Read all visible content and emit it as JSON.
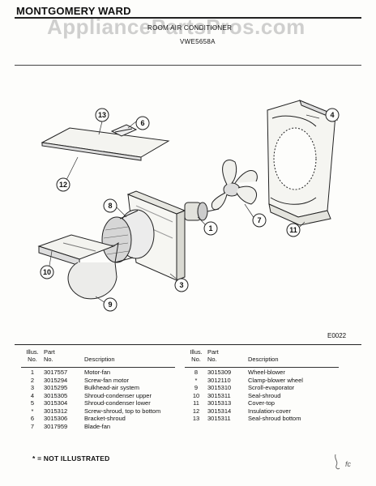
{
  "header": {
    "brand": "MONTGOMERY WARD",
    "watermark": "AppliancePartsPros.com",
    "subtitle": "ROOM AIR CONDITIONER",
    "model": "VWE5658A"
  },
  "diagram": {
    "code": "E0022",
    "callouts": [
      "1",
      "3",
      "4",
      "6",
      "7",
      "8",
      "9",
      "10",
      "11",
      "12",
      "13"
    ]
  },
  "table": {
    "headers": {
      "illus": "Illus.",
      "no": "No.",
      "part": "Part",
      "part_no": "No.",
      "description": "Description"
    },
    "left": [
      {
        "illus": "1",
        "part": "3017557",
        "desc": "Motor-fan"
      },
      {
        "illus": "2",
        "part": "3015294",
        "desc": "Screw-fan motor"
      },
      {
        "illus": "3",
        "part": "3015295",
        "desc": "Bulkhead-air system"
      },
      {
        "illus": "4",
        "part": "3015305",
        "desc": "Shroud-condenser upper"
      },
      {
        "illus": "5",
        "part": "3015304",
        "desc": "Shroud-condenser lower"
      },
      {
        "illus": "*",
        "part": "3015312",
        "desc": "Screw-shroud, top to bottom"
      },
      {
        "illus": "6",
        "part": "3015306",
        "desc": "Bracket-shroud"
      },
      {
        "illus": "7",
        "part": "3017959",
        "desc": "Blade-fan"
      }
    ],
    "right": [
      {
        "illus": "8",
        "part": "3015309",
        "desc": "Wheel-blower"
      },
      {
        "illus": "*",
        "part": "3012110",
        "desc": "Clamp-blower wheel"
      },
      {
        "illus": "9",
        "part": "3015310",
        "desc": "Scroll-evaporator"
      },
      {
        "illus": "10",
        "part": "3015311",
        "desc": "Seal-shroud"
      },
      {
        "illus": "11",
        "part": "3015313",
        "desc": "Cover-top"
      },
      {
        "illus": "12",
        "part": "3015314",
        "desc": "Insulation-cover"
      },
      {
        "illus": "13",
        "part": "3015311",
        "desc": "Seal-shroud bottom"
      }
    ]
  },
  "footnote": "* = NOT ILLUSTRATED",
  "page_mark": "fc"
}
